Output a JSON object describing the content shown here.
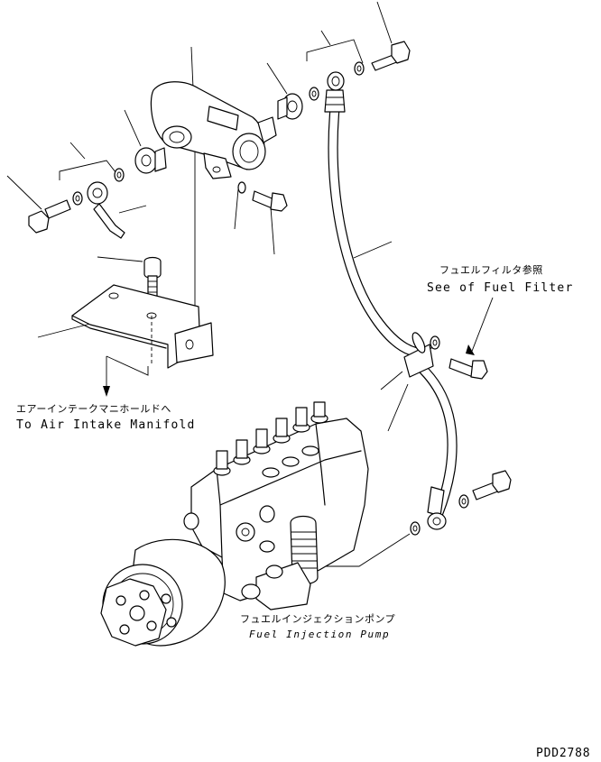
{
  "labels": {
    "fuel_filter_ja": "フュエルフィルタ参照",
    "fuel_filter_en": "See of Fuel Filter",
    "air_intake_ja": "エアーインテークマニホールドへ",
    "air_intake_en": "To Air Intake Manifold",
    "injection_pump_ja": "フュエルインジェクションポンプ",
    "injection_pump_en": "Fuel Injection Pump",
    "drawing_code": "PDD2788"
  }
}
